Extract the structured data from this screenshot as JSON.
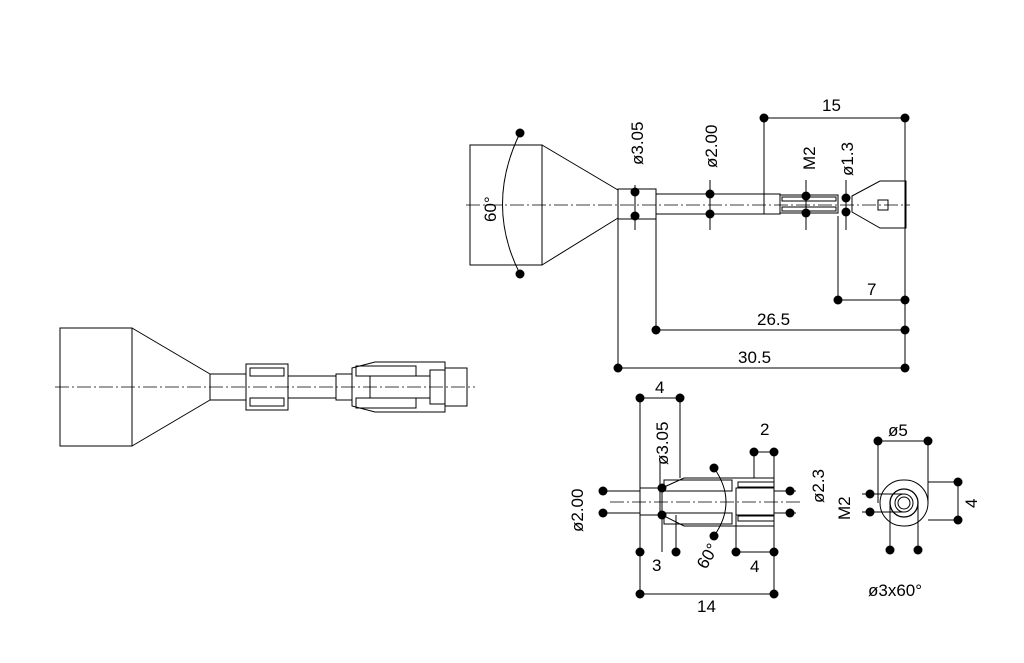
{
  "top_view": {
    "cone_angle": "60°",
    "dia_3_05": "ø3.05",
    "dia_2_00": "ø2.00",
    "thread": "M2",
    "dia_1_3": "ø1.3",
    "len_15": "15",
    "len_7": "7",
    "len_26_5": "26.5",
    "len_30_5": "30.5"
  },
  "detail_view": {
    "len_4_top": "4",
    "dia_3_05": "ø3.05",
    "len_2": "2",
    "dia_2_00": "ø2.00",
    "dia_2_3": "ø2.3",
    "thread": "M2",
    "len_3": "3",
    "angle_60": "60°",
    "len_4_bottom": "4",
    "len_14": "14"
  },
  "end_view": {
    "dia_5": "ø5",
    "len_4": "4",
    "countersink": "ø3x60°"
  }
}
